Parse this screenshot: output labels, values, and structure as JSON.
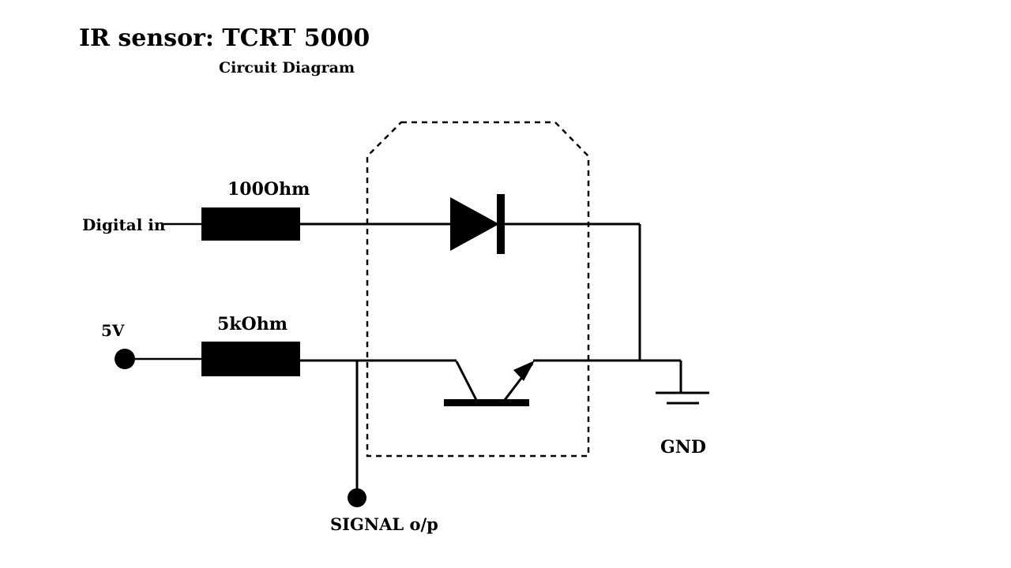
{
  "title": "IR sensor: TCRT 5000",
  "subtitle": "Circuit Diagram",
  "labels": {
    "digital_in": "Digital in",
    "resistor1": "100Ohm",
    "resistor2": "5kOhm",
    "supply": "5V",
    "ground": "GND",
    "signal_out": "SIGNAL o/p"
  },
  "components": {
    "resistor1_name": "100 Ohm resistor",
    "resistor2_name": "5 kOhm resistor",
    "sensor_package": "TCRT5000 dashed outline",
    "led": "IR emitter diode",
    "transistor": "phototransistor"
  },
  "colors": {
    "ink": "#000000",
    "background": "#ffffff"
  }
}
